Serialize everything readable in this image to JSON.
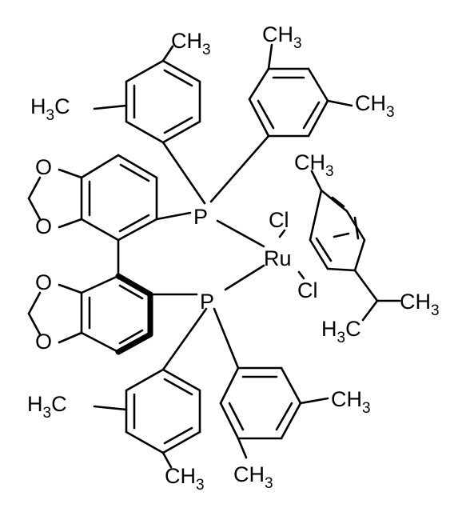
{
  "labels": {
    "ch3": "CH",
    "h3c": "H",
    "c": "C",
    "three": "3",
    "o": "O",
    "p": "P",
    "ru": "Ru",
    "cl": "Cl"
  }
}
